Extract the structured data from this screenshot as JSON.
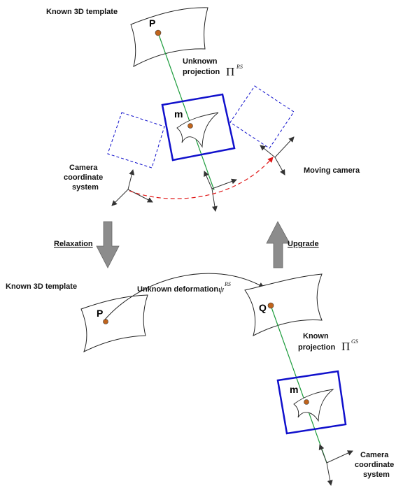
{
  "top": {
    "template_label": "Known 3D template",
    "point_p": "P",
    "projection_line1": "Unknown",
    "projection_line2": "projection",
    "projection_symbol": "Π",
    "projection_sup": "RS",
    "image_point": "m",
    "camera_line1": "Camera",
    "camera_line2": "coordinate",
    "camera_line3": "system",
    "moving_camera": "Moving camera"
  },
  "middle": {
    "relaxation": "Relaxation",
    "upgrade": "Upgrade"
  },
  "bottom": {
    "template_label": "Known 3D template",
    "point_p": "P",
    "deformation_label": "Unknown deformation",
    "deformation_symbol": "ψ",
    "deformation_sup": "RS",
    "point_q": "Q",
    "projection_line1": "Known",
    "projection_line2": "projection",
    "projection_symbol": "Π",
    "projection_sup": "GS",
    "image_point": "m",
    "camera_line1": "Camera",
    "camera_line2": "coordinate",
    "camera_line3": "system"
  },
  "colors": {
    "image_plane": "#1010cc",
    "ray": "#1c9c3c",
    "point_fill": "#c0641c",
    "motion_path": "#e01818",
    "arrow_fill": "#8c8c8c"
  }
}
